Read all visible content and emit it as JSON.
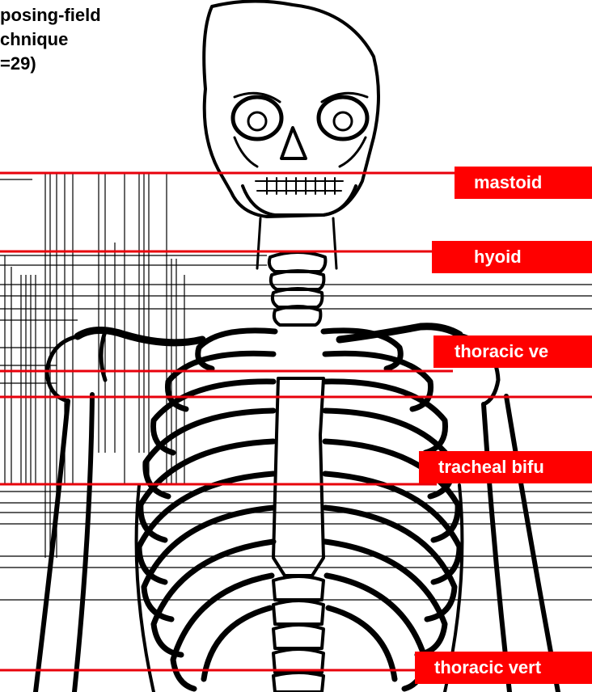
{
  "title_lines": [
    "posing-field",
    "chnique",
    "=29)"
  ],
  "labels": {
    "mastoid": "mastoid",
    "hyoid": "hyoid",
    "thoracic_1": "thoracic ve",
    "tracheal": "tracheal bifu",
    "thoracic_2": "thoracic vert"
  },
  "colors": {
    "label_bg": "#ff0000",
    "label_text": "#ffffff",
    "line_red": "#e8000b",
    "ink": "#000000"
  }
}
